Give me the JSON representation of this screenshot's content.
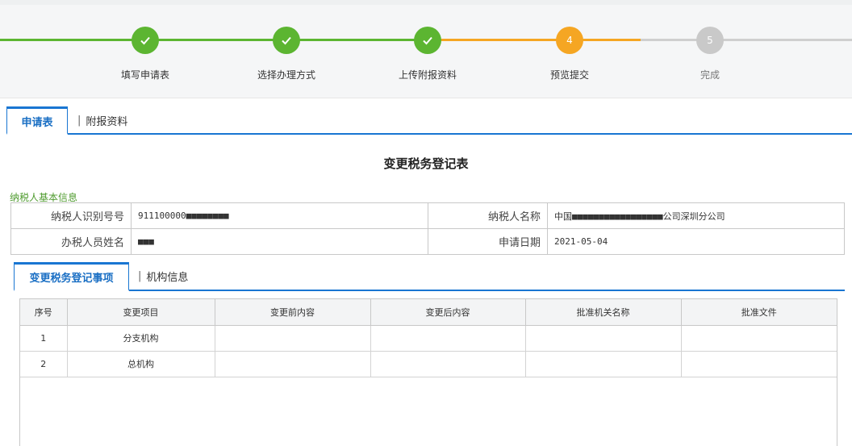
{
  "stepper": {
    "steps": [
      {
        "label": "填写申请表",
        "marker": "",
        "state": "done"
      },
      {
        "label": "选择办理方式",
        "marker": "",
        "state": "done"
      },
      {
        "label": "上传附报资料",
        "marker": "",
        "state": "done"
      },
      {
        "label": "预览提交",
        "marker": "4",
        "state": "active"
      },
      {
        "label": "完成",
        "marker": "5",
        "state": "todo"
      }
    ]
  },
  "tabs": {
    "main_active": "申请表",
    "main_other": "附报资料",
    "sub_active": "变更税务登记事项",
    "sub_other": "机构信息",
    "separator": "|"
  },
  "form": {
    "title": "变更税务登记表",
    "section_label": "纳税人基本信息"
  },
  "info": {
    "taxpayer_id_label": "纳税人识别号号",
    "taxpayer_id_value": "911100000■■■■■■■■",
    "taxpayer_name_label": "纳税人名称",
    "taxpayer_name_value": "中国■■■■■■■■■■■■■■■■■公司深圳分公司",
    "handler_label": "办税人员姓名",
    "handler_value": "■■■",
    "date_label": "申请日期",
    "date_value": "2021-05-04"
  },
  "grid": {
    "headers": [
      "序号",
      "变更项目",
      "变更前内容",
      "变更后内容",
      "批准机关名称",
      "批准文件"
    ],
    "rows": [
      [
        "1",
        "分支机构",
        "",
        "",
        "",
        ""
      ],
      [
        "2",
        "总机构",
        "",
        "",
        "",
        ""
      ]
    ]
  },
  "colors": {
    "done": "#5cb531",
    "active": "#f5a623",
    "todo": "#c9c9c9",
    "accent": "#1976d2"
  },
  "icons": {
    "done_step": "check-icon"
  }
}
